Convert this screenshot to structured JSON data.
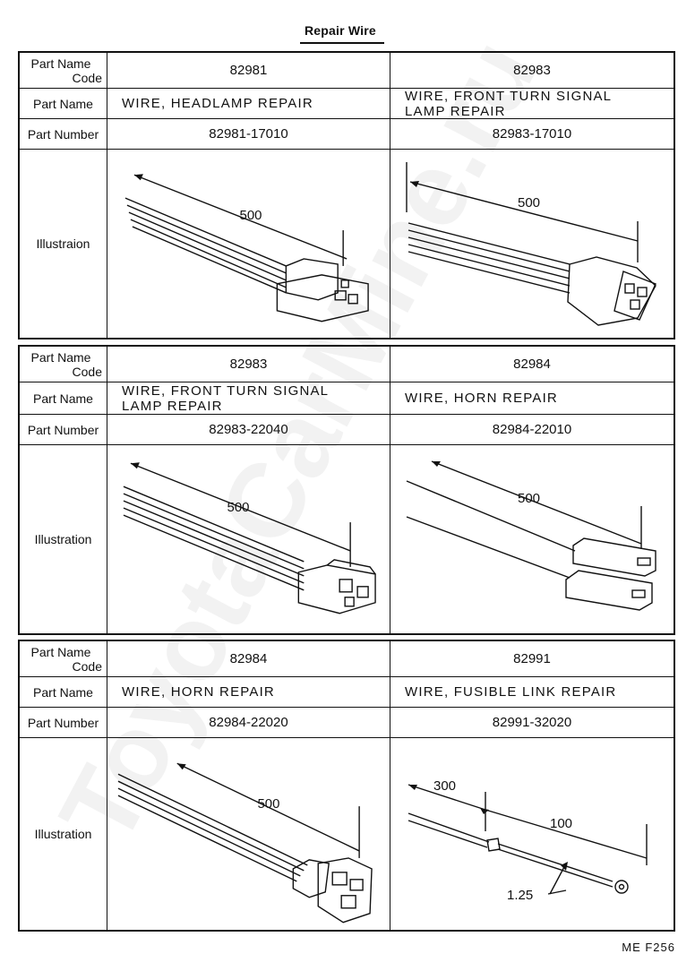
{
  "header": {
    "title": "Repair Wire"
  },
  "labels": {
    "code_line1": "Part Name",
    "code_line2": "Code",
    "part_name": "Part Name",
    "part_number": "Part Number",
    "illustration_first": "Illustraion",
    "illustration": "Illustration"
  },
  "sheets": [
    {
      "left": {
        "code": "82981",
        "name_line1": "WIRE, HEADLAMP  REPAIR",
        "name_line2": "",
        "number": "82981-17010",
        "dims": [
          "500"
        ]
      },
      "right": {
        "code": "82983",
        "name_line1": "WIRE, FRONT TURN SIGNAL",
        "name_line2": "LAMP  REPAIR",
        "number": "82983-17010",
        "dims": [
          "500"
        ]
      }
    },
    {
      "left": {
        "code": "82983",
        "name_line1": "WIRE, FRONT  TURN  SIGNAL",
        "name_line2": "LAMP  REPAIR",
        "number": "82983-22040",
        "dims": [
          "500"
        ]
      },
      "right": {
        "code": "82984",
        "name_line1": "WIRE, HORN  REPAIR",
        "name_line2": "",
        "number": "82984-22010",
        "dims": [
          "500"
        ]
      }
    },
    {
      "left": {
        "code": "82984",
        "name_line1": "WIRE, HORN  REPAIR",
        "name_line2": "",
        "number": "82984-22020",
        "dims": [
          "500"
        ]
      },
      "right": {
        "code": "82991",
        "name_line1": "WIRE, FUSIBLE  LINK  REPAIR",
        "name_line2": "",
        "number": "82991-32020",
        "dims": [
          "300",
          "100",
          "1.25"
        ]
      }
    }
  ],
  "footer": {
    "code": "ME  F256"
  },
  "watermark": "ToyotaCarMine.ru"
}
